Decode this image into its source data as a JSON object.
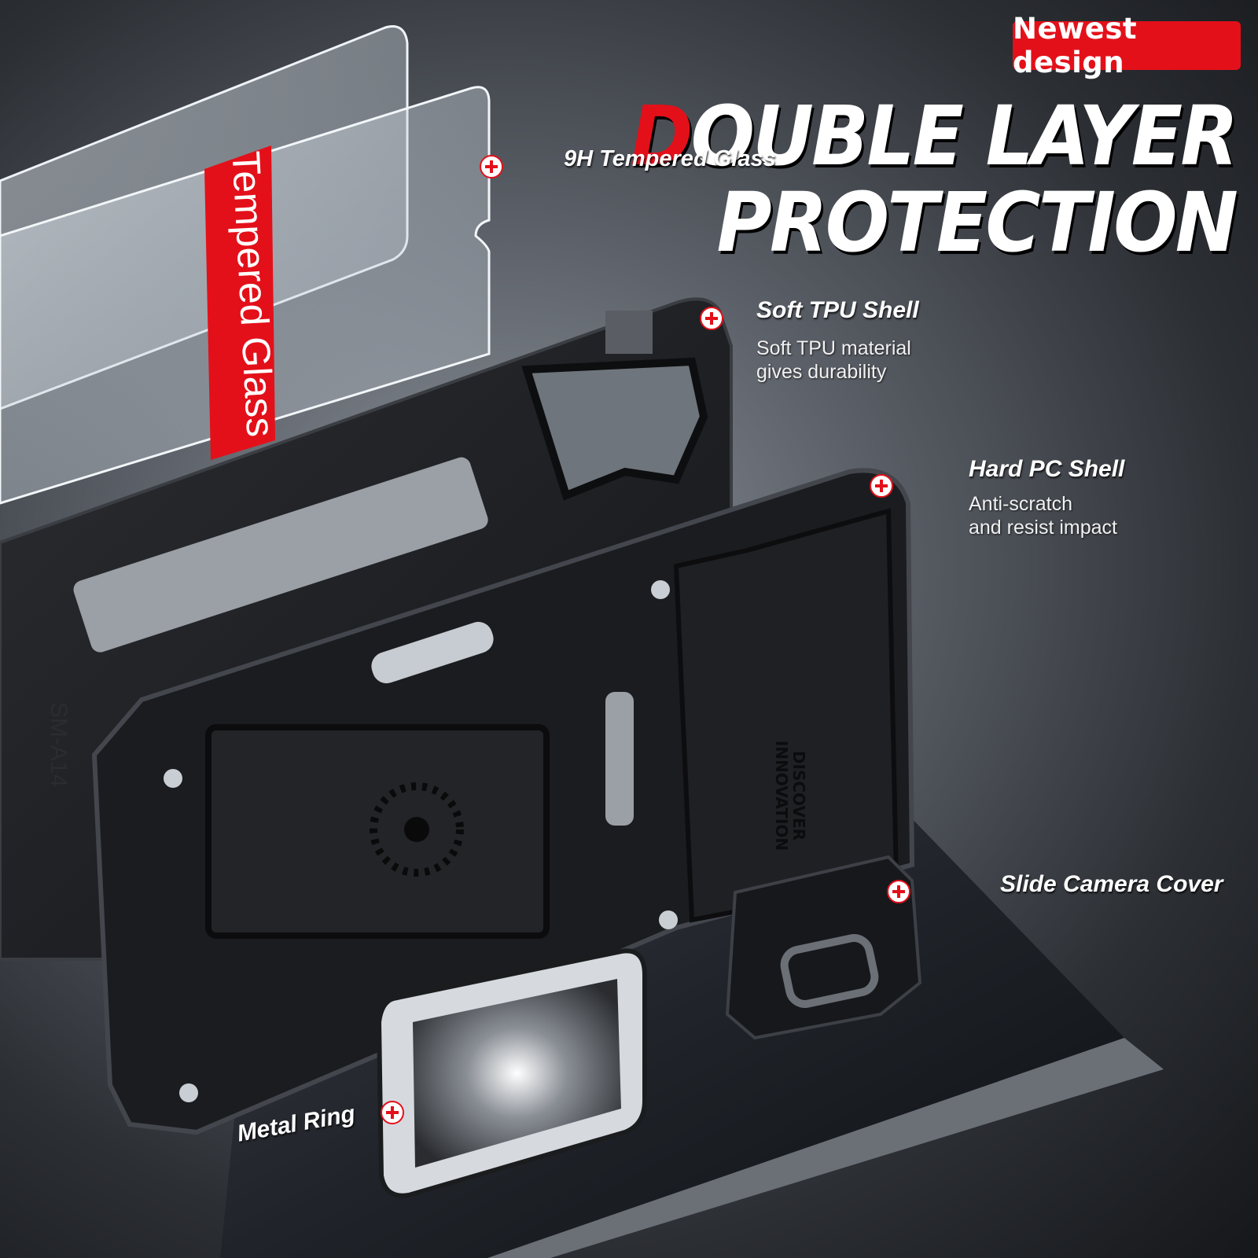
{
  "badge": {
    "text": "Newest design"
  },
  "headline": {
    "line1_first_letter": "D",
    "line1_rest": "OUBLE LAYER",
    "line2": "PROTECTION"
  },
  "glass_sticker": {
    "text": "Tempered Glass"
  },
  "model_text": "SM-A14",
  "case_text": {
    "line1": "DISCOVER",
    "line2": "INNOVATION"
  },
  "features": {
    "glass": {
      "title": "9H Tempered Glass"
    },
    "tpu": {
      "title": "Soft TPU Shell",
      "desc1": "Soft TPU material",
      "desc2": "gives durability"
    },
    "pc": {
      "title": "Hard PC Shell",
      "desc1": "Anti-scratch",
      "desc2": "and resist impact"
    },
    "camera": {
      "title": "Slide Camera Cover"
    },
    "ring": {
      "title": "Metal Ring"
    }
  },
  "colors": {
    "accent": "#e3101a",
    "case": "#1a1b1e",
    "text": "#ffffff"
  }
}
